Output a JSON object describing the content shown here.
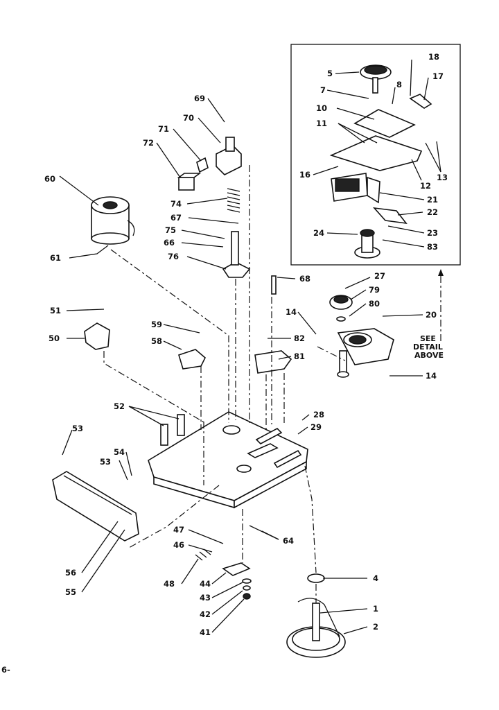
{
  "labels": {
    "l1": "1",
    "l2": "2",
    "l4": "4",
    "l5": "5",
    "l7": "7",
    "l8": "8",
    "l10": "10",
    "l11": "11",
    "l12": "12",
    "l13": "13",
    "l14a": "14",
    "l14b": "14",
    "l16": "16",
    "l17": "17",
    "l18": "18",
    "l20": "20",
    "l21": "21",
    "l22": "22",
    "l23": "23",
    "l24": "24",
    "l27": "27",
    "l28": "28",
    "l29": "29",
    "l41": "41",
    "l42": "42",
    "l43": "43",
    "l44": "44",
    "l46": "46",
    "l47": "47",
    "l48": "48",
    "l50": "50",
    "l51": "51",
    "l52": "52",
    "l53a": "53",
    "l53b": "53",
    "l54": "54",
    "l55": "55",
    "l56": "56",
    "l58": "58",
    "l59": "59",
    "l60": "60",
    "l61": "61",
    "l64": "64",
    "l66": "66",
    "l67": "67",
    "l68": "68",
    "l69": "69",
    "l70": "70",
    "l71": "71",
    "l72": "72",
    "l74": "74",
    "l75": "75",
    "l76": "76",
    "l79": "79",
    "l80": "80",
    "l81": "81",
    "l82": "82",
    "l83": "83"
  },
  "note": {
    "line1": "SEE",
    "line2": "DETAIL",
    "line3": "ABOVE"
  },
  "edge_mark": "6-"
}
